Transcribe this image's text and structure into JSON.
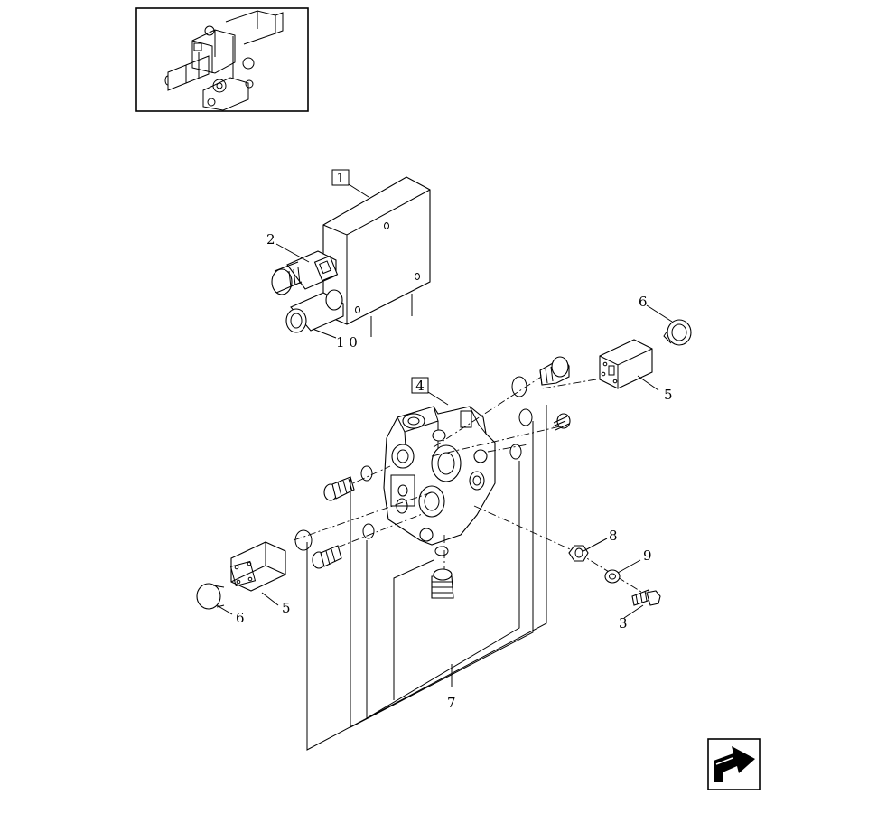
{
  "callouts": {
    "c1": "1",
    "c2": "2",
    "c10": "1 0",
    "c6_top": "6",
    "c5_top": "5",
    "c4": "4",
    "c8": "8",
    "c9": "9",
    "c3": "3",
    "c5_left": "5",
    "c6_left": "6",
    "c7": "7"
  },
  "icons": {
    "thumbnail": "valve-assembly-thumbnail",
    "navigation": "previous-arrow-icon"
  }
}
